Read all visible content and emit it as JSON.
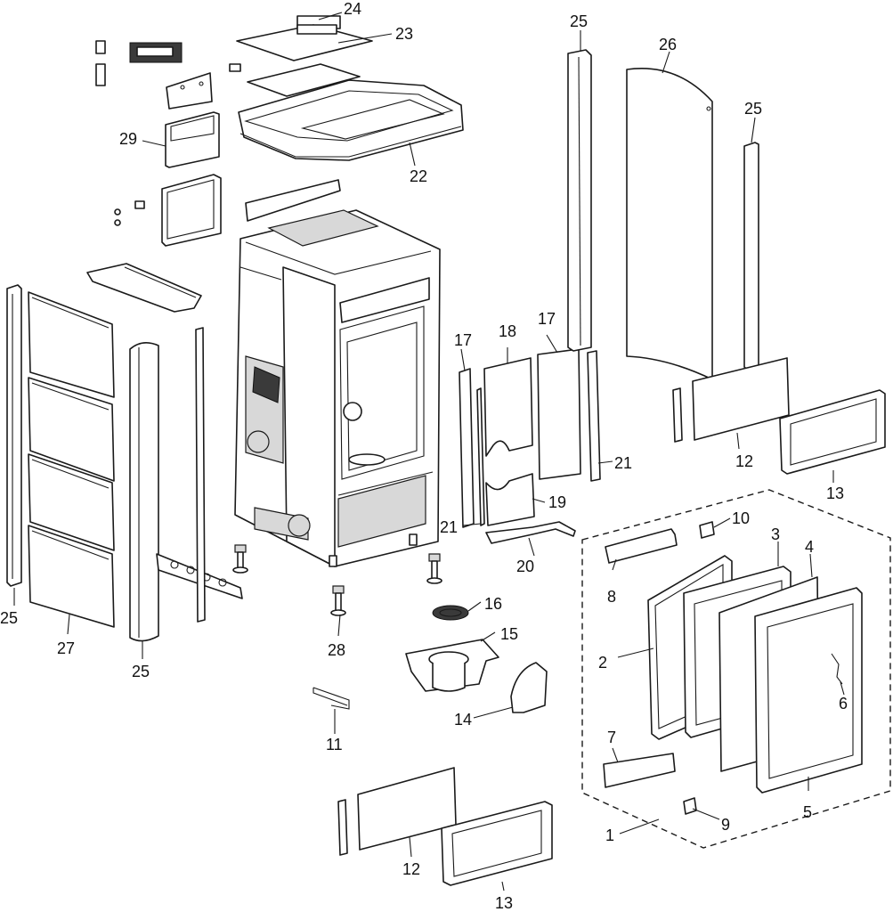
{
  "labels": [
    "1",
    "2",
    "3",
    "4",
    "5",
    "6",
    "7",
    "8",
    "9",
    "10",
    "11",
    "12",
    "13",
    "14",
    "15",
    "16",
    "17",
    "18",
    "19",
    "20",
    "21",
    "22",
    "23",
    "24",
    "25",
    "26",
    "27",
    "28",
    "29"
  ]
}
